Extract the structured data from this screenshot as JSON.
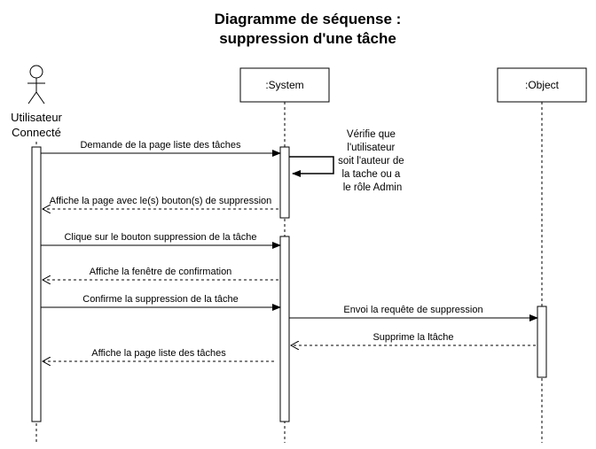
{
  "title": {
    "line1": "Diagramme de séquense :",
    "line2": "suppression d'une tâche"
  },
  "participants": {
    "actor_line1": "Utilisateur",
    "actor_line2": "Connecté",
    "system": ":System",
    "object": ":Object"
  },
  "messages": [
    {
      "label": "Demande de la page liste des tâches",
      "kind": "call"
    },
    {
      "label": "Affiche la page avec le(s) bouton(s) de suppression",
      "kind": "return"
    },
    {
      "label": "Clique sur le bouton suppression de la tâche",
      "kind": "call"
    },
    {
      "label": "Affiche la fenêtre de confirmation",
      "kind": "return"
    },
    {
      "label": "Confirme la suppression de la tâche",
      "kind": "call"
    },
    {
      "label": "Envoi la requête de suppression",
      "kind": "call"
    },
    {
      "label": "Supprime la ltâche",
      "kind": "return"
    },
    {
      "label": "Affiche la page liste des tâches",
      "kind": "return"
    }
  ],
  "self_note": {
    "lines": [
      "Vérifie que",
      "l'utilisateur",
      "soit l'auteur de",
      "la tache ou a",
      "le rôle Admin"
    ]
  },
  "colors": {
    "line": "#000000",
    "background": "#ffffff"
  }
}
